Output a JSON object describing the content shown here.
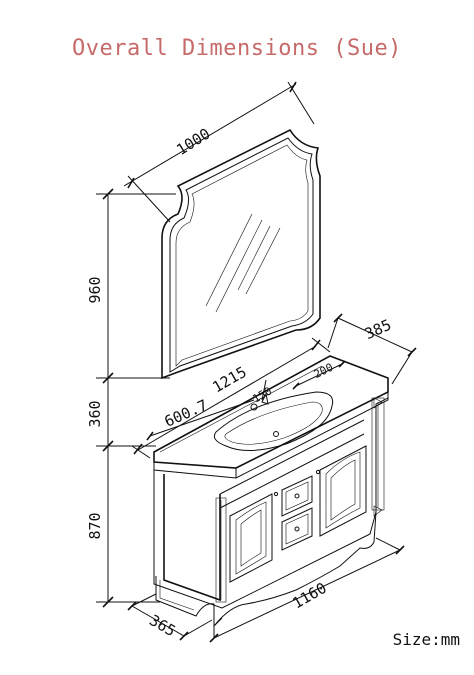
{
  "title": "Overall Dimensions (Sue)",
  "size_unit_label": "Size:mm",
  "dimensions": {
    "mirror_width": "1000",
    "mirror_height": "960",
    "mirror_gap": "360",
    "cabinet_height": "870",
    "top_width": "1215",
    "top_depth": "385",
    "basin_width": "200",
    "basin_depth": "150",
    "basin_diagonal": "600.7",
    "cabinet_depth": "365",
    "cabinet_width": "1160"
  }
}
